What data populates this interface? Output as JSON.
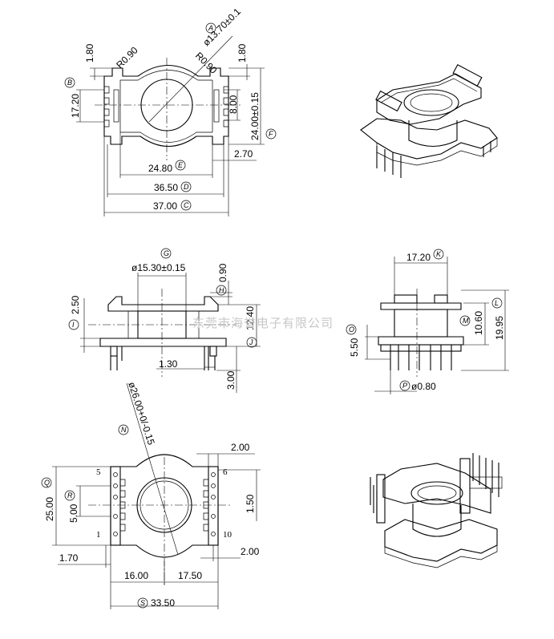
{
  "top_view": {
    "A": {
      "letter": "A",
      "value": "ø13.70±0.1"
    },
    "B": {
      "letter": "B",
      "value": "17.20"
    },
    "C": {
      "letter": "C",
      "value": "37.00"
    },
    "D": {
      "letter": "D",
      "value": "36.50"
    },
    "E": {
      "letter": "E",
      "value": "24.80"
    },
    "F": {
      "letter": "F",
      "value": "24.00±0.15"
    },
    "r_left": "R0.90",
    "r_right": "R0.90",
    "d_180_left": "1.80",
    "d_180_right": "1.80",
    "d_800": "8.00",
    "d_270": "2.70"
  },
  "front_view": {
    "G": {
      "letter": "G",
      "value": "ø15.30±0.15"
    },
    "H": {
      "letter": "H",
      "value": "0.90"
    },
    "I": {
      "letter": "I",
      "value": "2.50"
    },
    "J": {
      "letter": "J",
      "value": "12.40"
    },
    "d_130": "1.30",
    "d_300": "3.00"
  },
  "side_view": {
    "K": {
      "letter": "K",
      "value": "17.20"
    },
    "L": {
      "letter": "L",
      "value": "19.95"
    },
    "M": {
      "letter": "M",
      "value": "10.60"
    },
    "O": {
      "letter": "O",
      "value": "5.50"
    },
    "P": {
      "letter": "P",
      "value": "ø0.80"
    }
  },
  "bottom_view": {
    "N": {
      "letter": "N",
      "value": "ø26.00+0/-0.15"
    },
    "Q": {
      "letter": "Q",
      "value": "25.00"
    },
    "R": {
      "letter": "R",
      "value": "5.00"
    },
    "S": {
      "letter": "S",
      "value": "33.50"
    },
    "d_200_top": "2.00",
    "d_150": "1.50",
    "d_200_bottom": "2.00",
    "d_170": "1.70",
    "d_1600": "16.00",
    "d_1750": "17.50",
    "pins": {
      "p5": "5",
      "p6": "6",
      "p1": "1",
      "p10": "10"
    }
  },
  "watermark": "东莞市海誉电子有限公司"
}
